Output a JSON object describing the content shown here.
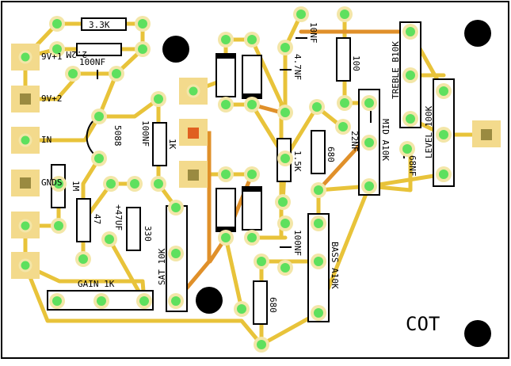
{
  "board": {
    "title": "COT",
    "colors": {
      "trace": "#e8c33a",
      "trace_jumper": "#e0902a",
      "pad_ring": "#f3e6a8",
      "pad_core": "#5ee05e",
      "pad_square": "#f3da8c",
      "outline": "#000000"
    }
  },
  "connectors": [
    {
      "id": "9v1",
      "label": "9V+1"
    },
    {
      "id": "9v2",
      "label": "9V+2"
    },
    {
      "id": "in",
      "label": "IN"
    },
    {
      "id": "gnd",
      "label": "GNDS"
    }
  ],
  "components": {
    "resistors": [
      {
        "id": "r-33k",
        "label": "3.3K"
      },
      {
        "id": "r-22m",
        "label": "2.2M"
      },
      {
        "id": "r-1m",
        "label": "1M"
      },
      {
        "id": "r-47",
        "label": "47"
      },
      {
        "id": "r-330",
        "label": "330"
      },
      {
        "id": "r-1k",
        "label": "1K"
      },
      {
        "id": "r-100",
        "label": "100"
      },
      {
        "id": "r-15k",
        "label": "1.5K"
      },
      {
        "id": "r-680a",
        "label": "680"
      },
      {
        "id": "r-680b",
        "label": "680"
      }
    ],
    "capacitors": [
      {
        "id": "c-100nf-a",
        "label": "100NF"
      },
      {
        "id": "c-100nf-b",
        "label": "100NF"
      },
      {
        "id": "c-100nf-c",
        "label": "100NF"
      },
      {
        "id": "c-47uf",
        "label": "+47UF"
      },
      {
        "id": "c-10nf",
        "label": "10NF"
      },
      {
        "id": "c-47nf",
        "label": "4.7NF"
      },
      {
        "id": "c-22nf",
        "label": "22NF"
      },
      {
        "id": "c-68nf",
        "label": "68NF"
      }
    ],
    "transistor": {
      "id": "q1",
      "label": "5088"
    },
    "pots": [
      {
        "id": "gain",
        "label": "GAIN 1K"
      },
      {
        "id": "sat",
        "label": "SAT 10K"
      },
      {
        "id": "bass",
        "label": "BASS A10K"
      },
      {
        "id": "mid",
        "label": "MID A10K"
      },
      {
        "id": "treble",
        "label": "TREBLE B10K"
      },
      {
        "id": "level",
        "label": "LEVEL 100K"
      }
    ]
  }
}
